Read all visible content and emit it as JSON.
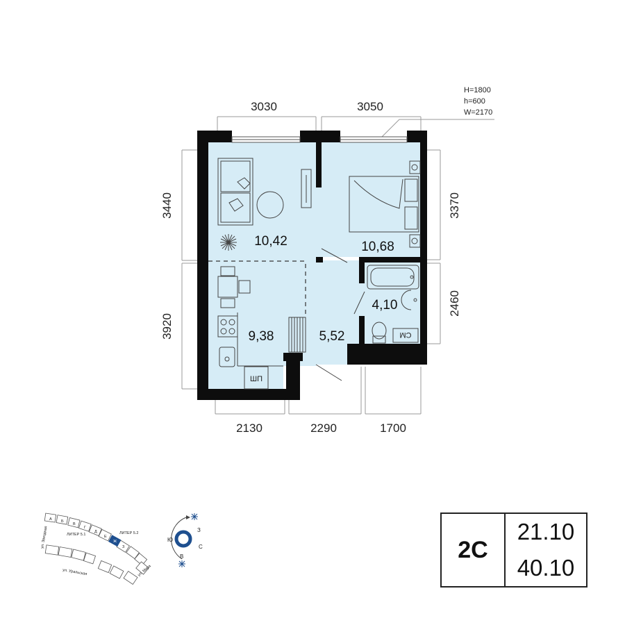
{
  "dimensions": {
    "top_left": "3030",
    "top_right": "3050",
    "left_upper": "3440",
    "left_lower": "3920",
    "right_upper": "3370",
    "right_lower": "2460",
    "bottom_left": "2130",
    "bottom_mid": "2290",
    "bottom_right": "1700"
  },
  "window_spec": {
    "H": "H=1800",
    "h": "h=600",
    "W": "W=2170"
  },
  "rooms": {
    "living": "10,42",
    "bedroom": "10,68",
    "kitchen": "9,38",
    "hall": "5,52",
    "bath": "4,10"
  },
  "labels": {
    "wardrobe": "ШП",
    "washer": "СМ"
  },
  "location_plan": {
    "sections": [
      "А",
      "Б",
      "В",
      "Г",
      "Д",
      "Е",
      "Ж",
      "З"
    ],
    "liter_1": "ЛИТЕР 5.1",
    "liter_2": "ЛИТЕР 5.2",
    "street_1": "ул. Звездная",
    "street_2": "ул. Уральская",
    "street_3": "ул. Мира"
  },
  "compass": {
    "west": "Ю",
    "north": "З",
    "east": "С",
    "south": "В"
  },
  "info": {
    "type": "2С",
    "area_living": "21.10",
    "area_total": "40.10"
  },
  "colors": {
    "wall": "#0d0d0d",
    "floor": "#d6ecf6",
    "accent": "#1e4f8f"
  }
}
